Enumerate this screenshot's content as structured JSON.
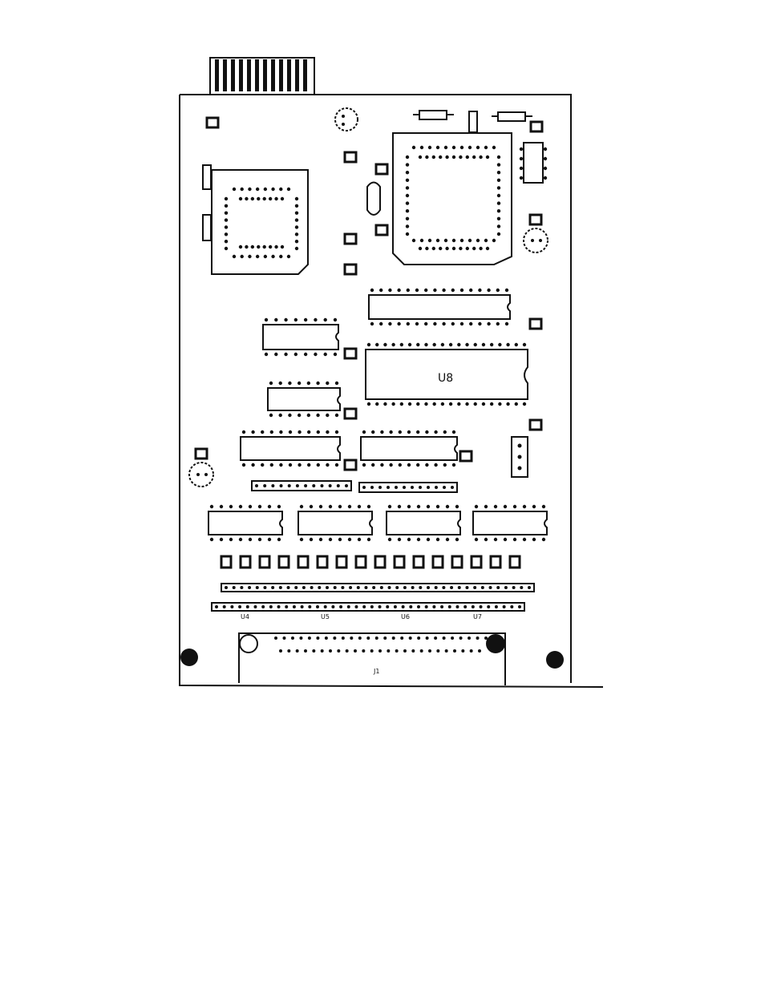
{
  "diagram": {
    "chip_label": "U8",
    "connector_label": "J1",
    "header_labels": [
      "U4",
      "U5",
      "U6",
      "U7"
    ],
    "ink_color": "#111111",
    "background_color": "#ffffff"
  }
}
